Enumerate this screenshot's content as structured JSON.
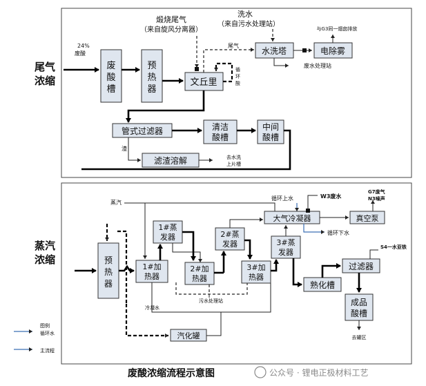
{
  "sections": {
    "tail_gas": "尾气浓缩",
    "steam": "蒸汽浓缩"
  },
  "tail_gas_units": {
    "waste_acid_tank": "废酸槽",
    "preheater": "预热器",
    "venturi": "文丘里",
    "scrubber": "水洗塔",
    "demister": "电除雾",
    "tube_filter": "管式过滤器",
    "clean_acid_tank": "清洁酸槽",
    "mid_acid_tank": "中间酸槽",
    "residue_dissolve": "滤渣溶解"
  },
  "tail_gas_labels": {
    "feed": "24%废酸",
    "roast_gas": "煅烧尾气",
    "roast_gas_src": "（来自旋风分离器）",
    "wash_water": "洗水",
    "wash_water_src": "（来自污水处理站）",
    "tail_gas_small": "尾气",
    "g3": "与G3同一烟囱排放",
    "to_wwtp": "废水处理站",
    "recycle_acid": "循环酸",
    "residue": "渣",
    "to_washing": "去水洗上片槽"
  },
  "steam_units": {
    "preheater": "预热器",
    "evap1": "1#蒸发器",
    "evap2": "2#蒸发器",
    "evap3": "3#蒸发器",
    "heater1": "1#加热器",
    "heater2": "2#加热器",
    "heater3": "3#加热器",
    "condenser": "大气冷凝器",
    "vacuum_pump": "真空泵",
    "aging_tank": "熟化槽",
    "filter": "过滤器",
    "product_tank": "成品酸槽",
    "condensate_tank": "汽化罐"
  },
  "steam_labels": {
    "steam": "蒸汽",
    "cooling_in": "循环上水",
    "cooling_out": "循环下水",
    "w3": "W3废水",
    "g7": "G7废气",
    "n3": "N3噪声",
    "s4": "S4一水亚铁",
    "to_wwtp": "污水处理站",
    "condensate_water": "冷凝水",
    "to_tank_farm": "去罐区"
  },
  "legend": {
    "title": "图例",
    "cooling": "循环水",
    "main": "主流程"
  },
  "footer": {
    "caption": "废酸浓缩流程示意图",
    "watermark": "公众号 · 锂电正极材料工艺"
  },
  "colors": {
    "box_fill": "#dfe6ef",
    "legend_blue": "#3a6fb5"
  }
}
